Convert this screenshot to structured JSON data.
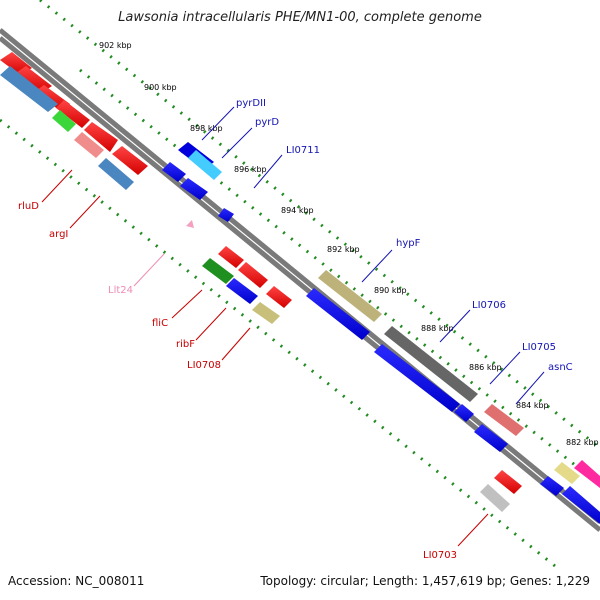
{
  "title": {
    "organism": "Lawsonia intracellularis PHE/MN1-00, complete genome"
  },
  "footer": {
    "accession": "Accession: NC_008011",
    "topology": "Topology: circular; Length: 1,457,619 bp; Genes: 1,229"
  },
  "ticks": [
    "902 kbp",
    "900 kbp",
    "898 kbp",
    "896 kbp",
    "894 kbp",
    "892 kbp",
    "890 kbp",
    "888 kbp",
    "886 kbp",
    "884 kbp",
    "882 kbp"
  ],
  "gene_labels": {
    "forward": [
      "pyrDII",
      "pyrD",
      "LI0711",
      "hypF",
      "LI0706",
      "LI0705",
      "asnC"
    ],
    "reverse": [
      "rluD",
      "argI",
      "Llt24",
      "fliC",
      "ribF",
      "LI0708",
      "LI0703"
    ]
  },
  "colors": {
    "forward_label": "#1414b4",
    "reverse_label": "#c80000",
    "rna_label": "#f08cb4",
    "tick_dots": "#228B22",
    "backbone": "#7a7a7a"
  }
}
